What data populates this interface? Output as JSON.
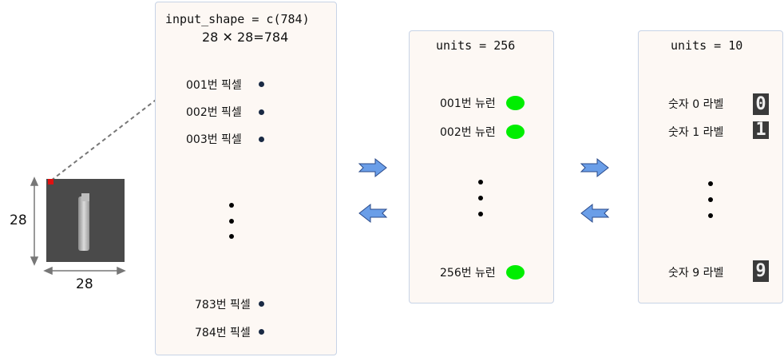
{
  "input_panel": {
    "title": "input_shape = c(784)",
    "subtitle": "28 ✕ 28=784",
    "pixels": [
      "001번 픽셀",
      "002번 픽셀",
      "003번 픽셀",
      "783번 픽셀",
      "784번 픽셀"
    ]
  },
  "hidden_panel": {
    "title": "units = 256",
    "neurons": [
      "001번 뉴런",
      "002번 뉴런",
      "256번 뉴런"
    ]
  },
  "output_panel": {
    "title": "units = 10",
    "labels": [
      "숫자 0 라벨",
      "숫자 1 라벨",
      "숫자 9 라벨"
    ],
    "digits": [
      "0",
      "1",
      "9"
    ]
  },
  "image": {
    "height_label": "28",
    "width_label": "28"
  },
  "colors": {
    "neuron": "#00ee00",
    "arrow": "#6a9ee8",
    "panel_border": "#c7d3e6",
    "highlight_pixel": "#e01010"
  }
}
